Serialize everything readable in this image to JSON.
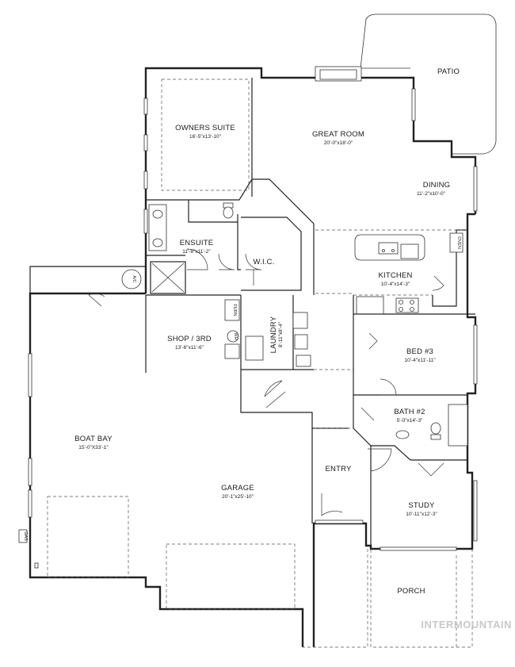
{
  "rooms": {
    "patio": {
      "name": "PATIO"
    },
    "owners_suite": {
      "name": "OWNERS SUITE",
      "size": "16'-5\"x13'-10\""
    },
    "great_room": {
      "name": "GREAT ROOM",
      "size": "20'-0\"x18'-0\""
    },
    "dining": {
      "name": "DINING",
      "size": "11'-2\"x10'-0\""
    },
    "ensuite": {
      "name": "ENSUITE",
      "size": "11'-8\"x11'-2\""
    },
    "wic": {
      "name": "W.I.C."
    },
    "kitchen": {
      "name": "KITCHEN",
      "size": "10'-4\"x14'-3\""
    },
    "shop": {
      "name": "SHOP / 3RD",
      "size": "13'-6\"x11'-6\""
    },
    "laundry": {
      "name": "LAUNDRY",
      "size": "8'-11\"x8'-4\""
    },
    "bed3": {
      "name": "BED #3",
      "size": "10'-4\"x11'-11\""
    },
    "bath2": {
      "name": "BATH #2",
      "size": "5'-0\"x14'-3\""
    },
    "boat_bay": {
      "name": "BOAT BAY",
      "size": "15'-0\"X33'-1\""
    },
    "garage": {
      "name": "GARAGE",
      "size": "20'-1\"x25'-10\""
    },
    "entry": {
      "name": "ENTRY"
    },
    "study": {
      "name": "STUDY",
      "size": "10'-11\"x12'-3\""
    },
    "porch": {
      "name": "PORCH"
    }
  },
  "fixtures": {
    "oven": "OVEN",
    "ac": "A/C",
    "furn": "FURN",
    "wh": "WH",
    "gas": "GAS"
  },
  "watermark": "INTERMOUNTAIN"
}
